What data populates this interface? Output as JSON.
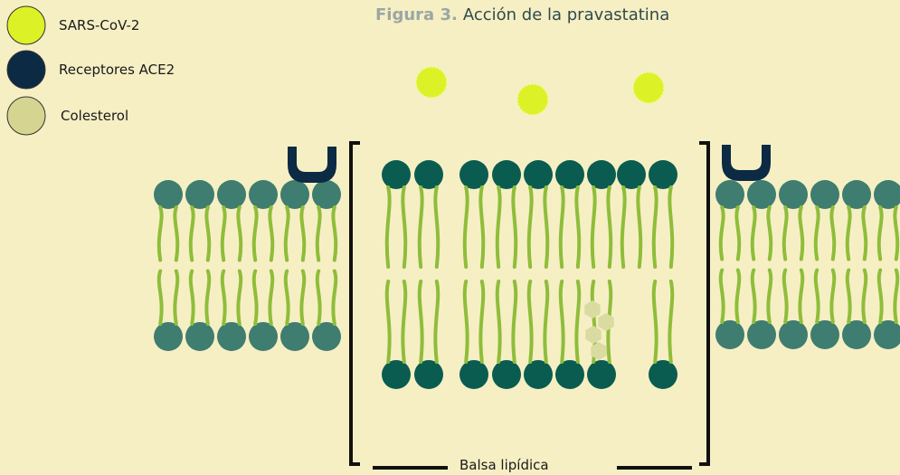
{
  "title": {
    "figure_label": "Figura 3.",
    "text": "Acción de la pravastatina"
  },
  "legend": [
    {
      "label": "SARS-CoV-2",
      "color": "#dcf227"
    },
    {
      "label": "Receptores ACE2",
      "color": "#0c2a43"
    },
    {
      "label": "Colesterol",
      "color": "#d5d591"
    }
  ],
  "raft_label": "Balsa lipídica",
  "colors": {
    "background": "#f6efc4",
    "head_outer": "#3e7d70",
    "head_raft": "#0a5c50",
    "tail": "#8fbd3a",
    "receptor": "#0c2a43",
    "cholesterol": "#d9dba0",
    "virus": "#dcf227",
    "bracket": "#111111"
  }
}
